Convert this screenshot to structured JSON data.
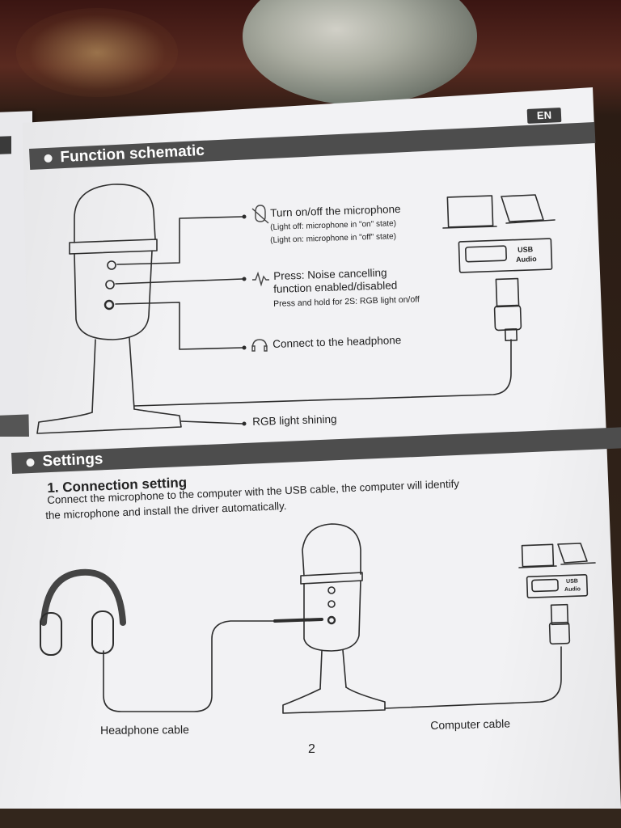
{
  "header": {
    "lang": "EN"
  },
  "function_schematic": {
    "title": "Function schematic",
    "callouts": {
      "mic_toggle": {
        "title": "Turn on/off the microphone",
        "note1": "(Light off: microphone in \"on\" state)",
        "note2": "(Light on: microphone in \"off\" state)"
      },
      "noise": {
        "line1": "Press: Noise cancelling",
        "line2": "function enabled/disabled",
        "line3": "Press and hold for 2S: RGB light on/off"
      },
      "headphone": "Connect to the headphone",
      "rgb": "RGB light shining"
    },
    "usb_label_1": "USB",
    "usb_label_2": "Audio"
  },
  "settings": {
    "title": "Settings",
    "connection": {
      "heading": "1. Connection setting",
      "body1": "Connect the microphone to the computer with the USB cable, the computer will identify",
      "body2": "the microphone and install the driver automatically."
    },
    "labels": {
      "headphone_cable": "Headphone cable",
      "computer_cable": "Computer cable"
    },
    "usb_label_1": "USB",
    "usb_label_2": "Audio"
  },
  "page_number": "2"
}
